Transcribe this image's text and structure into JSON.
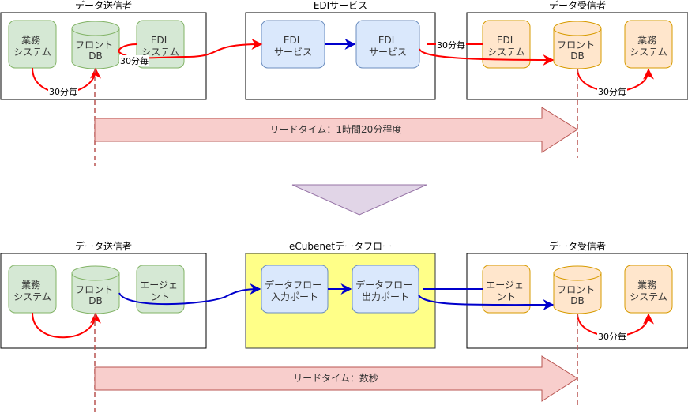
{
  "top": {
    "sender": {
      "title": "データ送信者",
      "business_system": [
        "業務",
        "システム"
      ],
      "front_db": [
        "フロント",
        "DB"
      ],
      "edi_system": [
        "EDI",
        "システム"
      ],
      "interval_left": "30分毎",
      "interval_right": "30分毎"
    },
    "service": {
      "title": "EDIサービス",
      "edi_service_1": [
        "EDI",
        "サービス"
      ],
      "edi_service_2": [
        "EDI",
        "サービス"
      ]
    },
    "receiver": {
      "title": "データ受信者",
      "edi_system": [
        "EDI",
        "システム"
      ],
      "front_db": [
        "フロント",
        "DB"
      ],
      "business_system": [
        "業務",
        "システム"
      ],
      "interval_in": "30分毎",
      "interval_out": "30分毎"
    },
    "lead_time": "リードタイム：1時間20分程度"
  },
  "bottom": {
    "sender": {
      "title": "データ送信者",
      "business_system": [
        "業務",
        "システム"
      ],
      "front_db": [
        "フロント",
        "DB"
      ],
      "agent": [
        "エージェ",
        "ント"
      ]
    },
    "flow": {
      "title": "eCubenetデータフロー",
      "input_port": [
        "データフロー",
        "入力ポート"
      ],
      "output_port": [
        "データフロー",
        "出力ポート"
      ]
    },
    "receiver": {
      "title": "データ受信者",
      "agent": [
        "エージェ",
        "ント"
      ],
      "front_db": [
        "フロント",
        "DB"
      ],
      "business_system": [
        "業務",
        "システム"
      ],
      "interval_out": "30分毎"
    },
    "lead_time": "リードタイム：数秒"
  },
  "colors": {
    "green_fill": "#d5e8d4",
    "green_stroke": "#82b366",
    "blue_fill": "#dae8fc",
    "blue_stroke": "#6c8ebf",
    "orange_fill": "#ffe6cc",
    "orange_stroke": "#d79b00",
    "arrow_fill": "#f8cecc",
    "arrow_stroke": "#b85450",
    "down_fill": "#e1d5e7",
    "down_stroke": "#9673a6",
    "flow_fill": "#ffff88",
    "flow_stroke": "#36393d",
    "red_line": "#ff0000",
    "blue_line": "#0000cc",
    "dash_line": "#b85450"
  }
}
